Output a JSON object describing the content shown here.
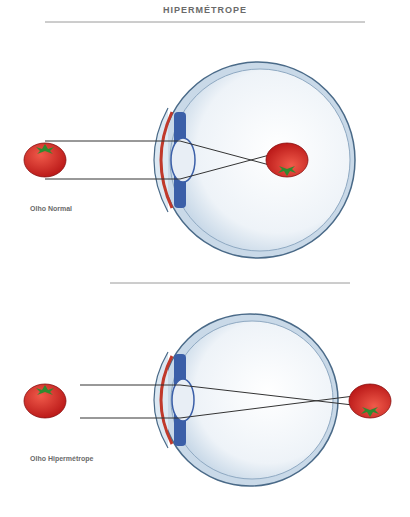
{
  "diagram": {
    "title": "HIPERMÉTROPE",
    "labels": [
      "Olho Normal",
      "Olho Hipermétrope"
    ]
  }
}
